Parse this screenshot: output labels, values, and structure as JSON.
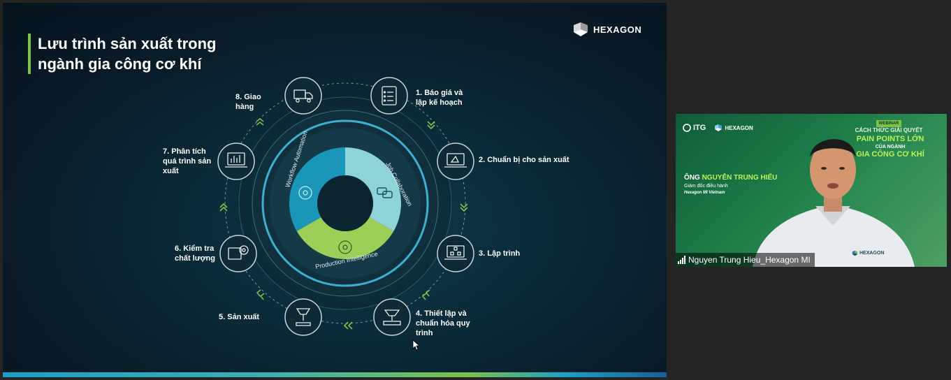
{
  "slide": {
    "title": "Lưu trình sản xuất trong ngành gia công cơ khí",
    "brand": "HEXAGON",
    "ring_labels": {
      "workflow": "Workflow Automation",
      "job": "Job Collaboration",
      "production": "Production Intelligence"
    },
    "steps": [
      {
        "label": "1. Báo giá và lập kế hoạch",
        "icon": "checklist-icon"
      },
      {
        "label": "2. Chuẩn bị cho sản xuất",
        "icon": "laptop-ruler-icon"
      },
      {
        "label": "3. Lập trình",
        "icon": "laptop-network-icon"
      },
      {
        "label": "4. Thiết lập và chuẩn hóa quy trình",
        "icon": "machine-setup-icon"
      },
      {
        "label": "5. Sản xuất",
        "icon": "milling-tool-icon"
      },
      {
        "label": "6. Kiểm tra chất lượng",
        "icon": "quality-gear-icon"
      },
      {
        "label": "7. Phân tích quá trình sản xuất",
        "icon": "analytics-chart-icon"
      },
      {
        "label": "8. Giao hàng",
        "icon": "delivery-truck-icon"
      }
    ]
  },
  "video": {
    "brand1": "ITG",
    "brand2": "HEXAGON",
    "webinar_tag": "WEBINAR",
    "webinar_line": "CÁCH THỨC GIẢI QUYẾT",
    "headline1": "PAIN POINTS LỚN",
    "headline_sub": "CỦA NGÀNH",
    "headline2": "GIA CÔNG CƠ KHÍ",
    "speaker_prefix": "ÔNG",
    "speaker_name": "NGUYỄN TRUNG HIẾU",
    "speaker_role": "Giám đốc điều hành",
    "speaker_company": "Hexagon MI Vietnam",
    "shirt_logo": "HEXAGON",
    "participant_name": "Nguyen Trung Hieu_Hexagon MI"
  },
  "colors": {
    "accent_green": "#7cc14a",
    "accent_teal": "#3cb0d0",
    "ring_light": "#8dd3d8"
  }
}
